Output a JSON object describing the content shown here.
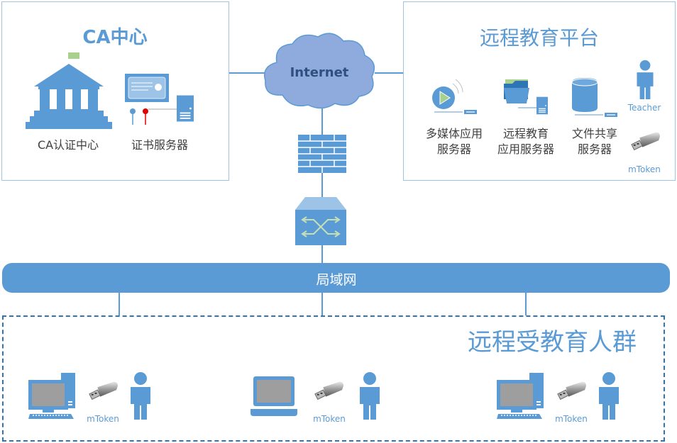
{
  "ca_center": {
    "title": "CA中心",
    "ca_label": "CA认证中心",
    "cert_label": "证书服务器"
  },
  "platform": {
    "title": "远程教育平台",
    "multimedia_label": [
      "多媒体应用",
      "服务器"
    ],
    "edu_app_label": [
      "远程教育",
      "应用服务器"
    ],
    "file_share_label": [
      "文件共享",
      "服务器"
    ],
    "teacher_label": "Teacher",
    "token_label": "mToken"
  },
  "internet": {
    "label": "Internet"
  },
  "lan": {
    "label": "局域网"
  },
  "learners": {
    "title": "远程受教育人群",
    "groups": [
      {
        "token_label": "mToken"
      },
      {
        "token_label": "mToken"
      },
      {
        "token_label": "mToken"
      }
    ]
  },
  "colors": {
    "accent": "#5b9bd5",
    "border": "#9dc3e6",
    "flag": "#a9d18e"
  }
}
